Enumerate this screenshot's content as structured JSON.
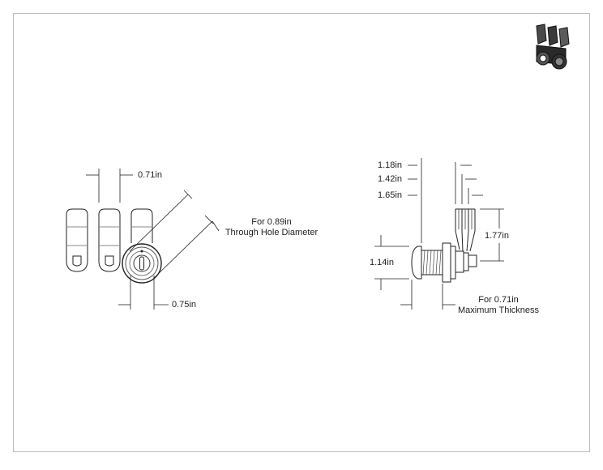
{
  "front_view": {
    "cam_width": "0.71in",
    "hole_diameter_line1": "For 0.89in",
    "hole_diameter_line2": "Through Hole Diameter",
    "face_width": "0.75in"
  },
  "side_view": {
    "dim_a": "1.18in",
    "dim_b": "1.42in",
    "dim_c": "1.65in",
    "cam_height": "1.77in",
    "body_height": "1.14in",
    "thickness_line1": "For 0.71in",
    "thickness_line2": "Maximum Thickness"
  },
  "thumbnail": {
    "icon": "cam-lock-product-icon"
  }
}
